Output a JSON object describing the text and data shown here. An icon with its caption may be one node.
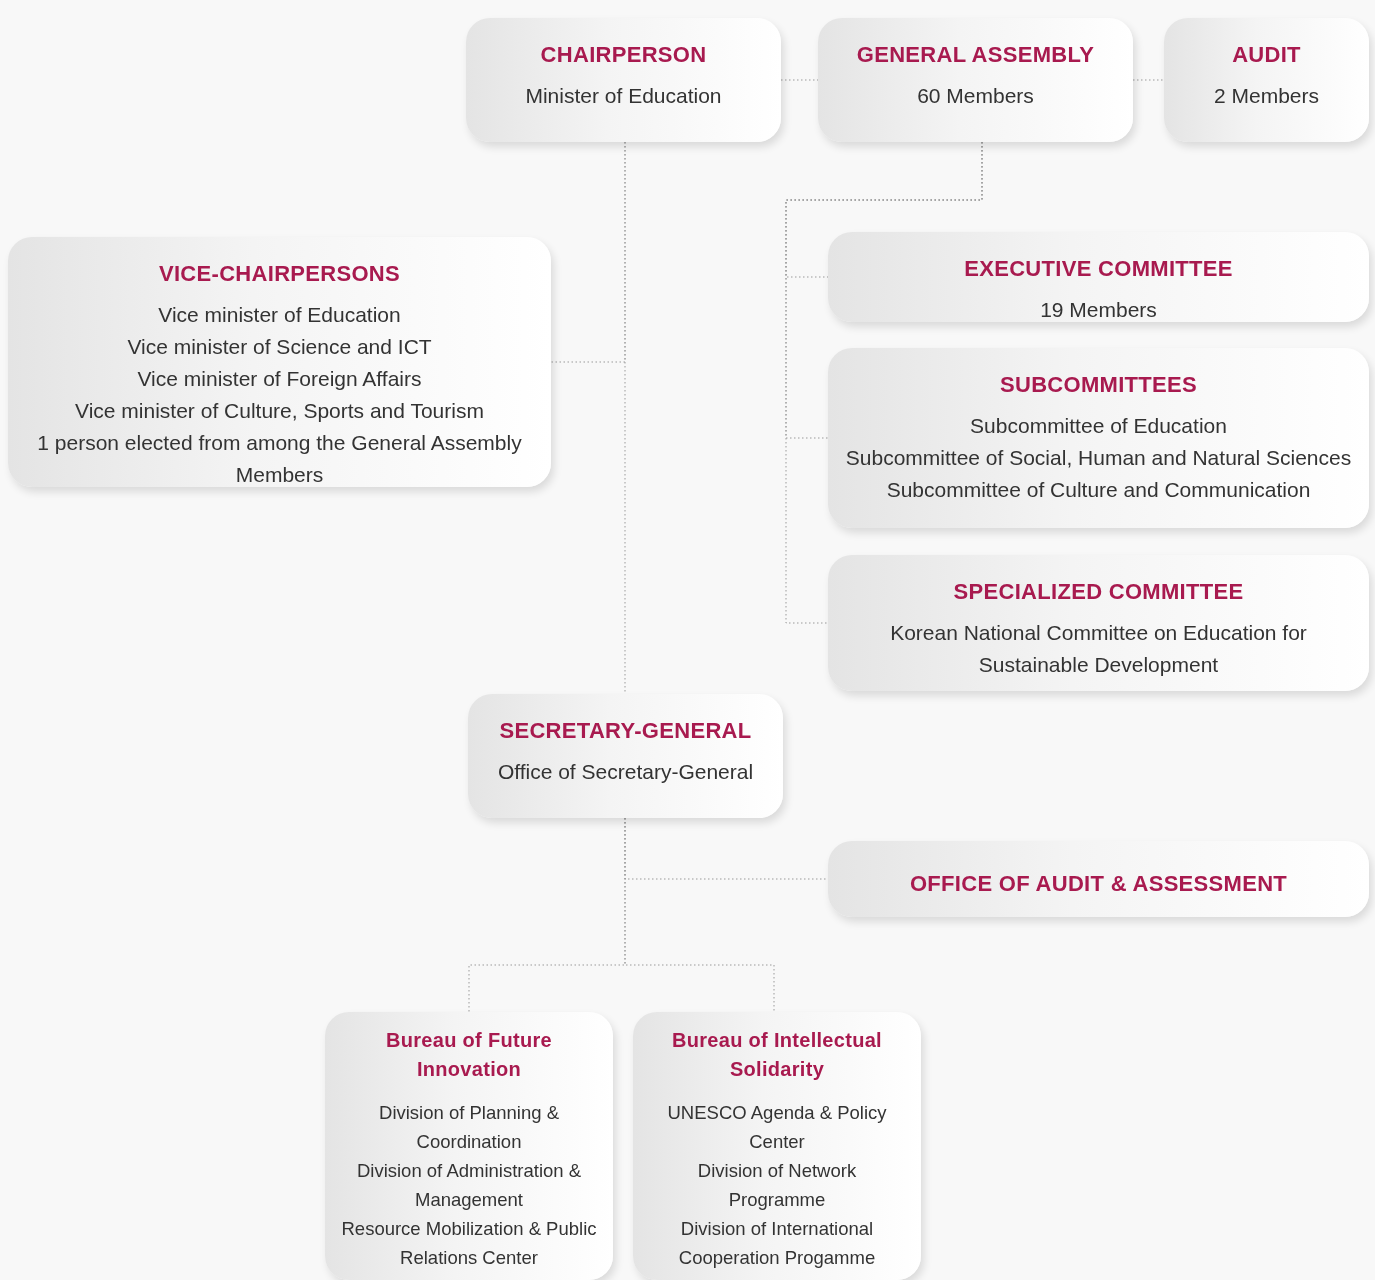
{
  "diagram": {
    "nodes": [
      {
        "text": [
          "CHAIRPERSON",
          "Minister of Education"
        ]
      },
      {
        "text": [
          "GENERAL ASSEMBLY",
          "60 Members"
        ]
      },
      {
        "text": [
          "AUDIT",
          "2 Members"
        ]
      },
      {
        "text": [
          "VICE-CHAIRPERSONS",
          "Vice minister of Education",
          "Vice minister of Science and ICT",
          "Vice minister of Foreign Affairs",
          "Vice minister of Culture, Sports and Tourism",
          "1 person elected from among the General Assembly Members"
        ]
      },
      {
        "text": [
          "EXECUTIVE COMMITTEE",
          "19 Members"
        ]
      },
      {
        "text": [
          "SUBCOMMITTEES",
          "Subcommittee of Education",
          "Subcommittee of Social, Human and Natural Sciences",
          "Subcommittee of Culture and Communication"
        ]
      },
      {
        "text": [
          "SPECIALIZED COMMITTEE",
          "Korean National Committee on Education for Sustainable Development"
        ]
      },
      {
        "text": [
          "SECRETARY-GENERAL",
          "Office of Secretary-General"
        ]
      },
      {
        "text": [
          "OFFICE OF AUDIT & ASSESSMENT"
        ]
      },
      {
        "text": [
          "Bureau of Future Innovation",
          "Division of Planning & Coordination",
          "Division of Administration & Management",
          "Resource Mobilization & Public Relations Center"
        ]
      },
      {
        "text": [
          "Bureau of Intellectual Solidarity",
          "UNESCO Agenda & Policy Center",
          "Division of Network Programme",
          "Division of International Cooperation Progamme"
        ]
      }
    ],
    "edges": [
      {
        "from": 0,
        "to": 1,
        "arrow": "none"
      },
      {
        "from": 1,
        "to": 2,
        "arrow": "none"
      },
      {
        "from": 0,
        "to": 3,
        "arrow": "none"
      },
      {
        "from": 0,
        "to": 7,
        "arrow": "none"
      },
      {
        "from": 1,
        "to": 4,
        "arrow": "none"
      },
      {
        "from": 1,
        "to": 5,
        "arrow": "none"
      },
      {
        "from": 1,
        "to": 6,
        "arrow": "none"
      },
      {
        "from": 7,
        "to": 8,
        "arrow": "none"
      },
      {
        "from": 7,
        "to": 9,
        "arrow": "none"
      },
      {
        "from": 7,
        "to": 10,
        "arrow": "none"
      }
    ]
  }
}
